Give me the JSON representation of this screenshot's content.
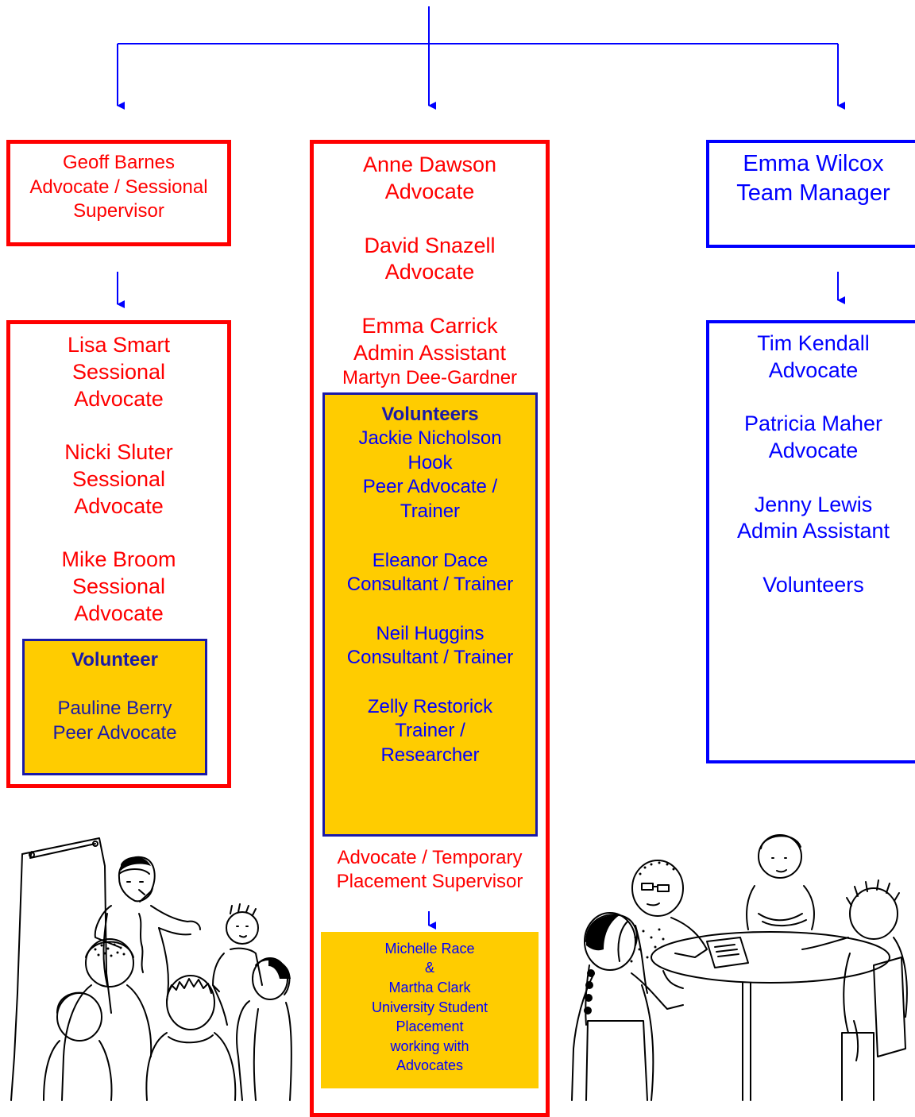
{
  "colors": {
    "red": "#ff0000",
    "blue": "#0000ff",
    "navy": "#1a1aa8",
    "yellow": "#ffcc00"
  },
  "left": {
    "supervisor": {
      "name": "Geoff Barnes",
      "role1": "Advocate / Sessional",
      "role2": "Supervisor"
    },
    "staff": [
      {
        "name": "Lisa Smart",
        "role1": "Sessional",
        "role2": "Advocate"
      },
      {
        "name": "Nicki Sluter",
        "role1": "Sessional",
        "role2": "Advocate"
      },
      {
        "name": "Mike Broom",
        "role1": "Sessional",
        "role2": "Advocate"
      }
    ],
    "volunteer": {
      "heading": "Volunteer",
      "name": "Pauline Berry",
      "role": "Peer Advocate"
    }
  },
  "center": {
    "staff": [
      {
        "name": "Anne Dawson",
        "role": "Advocate"
      },
      {
        "name": "David Snazell",
        "role": "Advocate"
      },
      {
        "name": "Emma Carrick",
        "role": "Admin Assistant"
      }
    ],
    "extra_name": "Martyn  Dee-Gardner",
    "volunteers": {
      "heading": "Volunteers",
      "members": [
        {
          "line1": "Jackie Nicholson",
          "line2": "Hook",
          "line3": "Peer Advocate /",
          "line4": "Trainer"
        },
        {
          "line1": "Eleanor Dace",
          "line2": "Consultant / Trainer"
        },
        {
          "line1": "Neil Huggins",
          "line2": "Consultant / Trainer"
        },
        {
          "line1": "Zelly Restorick",
          "line2": "Trainer /",
          "line3": "Researcher"
        }
      ]
    },
    "placement_supervisor": {
      "line1": "Advocate / Temporary",
      "line2": "Placement Supervisor"
    },
    "students": {
      "line1": "Michelle Race",
      "line2": "&",
      "line3": "Martha Clark",
      "line4": "University Student",
      "line5": "Placement",
      "line6": "working with",
      "line7": "Advocates"
    }
  },
  "right": {
    "manager": {
      "name": "Emma Wilcox",
      "role": "Team Manager"
    },
    "staff": [
      {
        "name": "Tim Kendall",
        "role": "Advocate"
      },
      {
        "name": "Patricia Maher",
        "role": "Advocate"
      },
      {
        "name": "Jenny Lewis",
        "role": "Admin Assistant"
      }
    ],
    "volunteers_label": "Volunteers"
  },
  "illustrations": {
    "left": "group-training-illustration",
    "right": "meeting-table-illustration"
  }
}
